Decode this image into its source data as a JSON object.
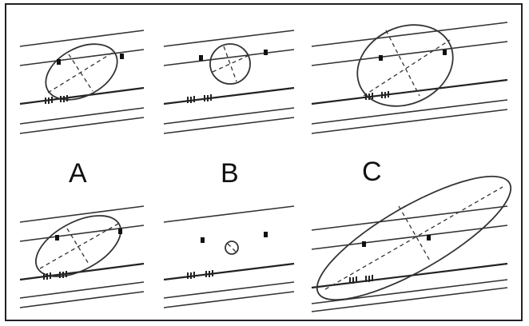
{
  "figure": {
    "labels": {
      "a": "A",
      "b": "B",
      "c": "C"
    },
    "stroke_color": "#333333",
    "background_color": "#ffffff"
  }
}
